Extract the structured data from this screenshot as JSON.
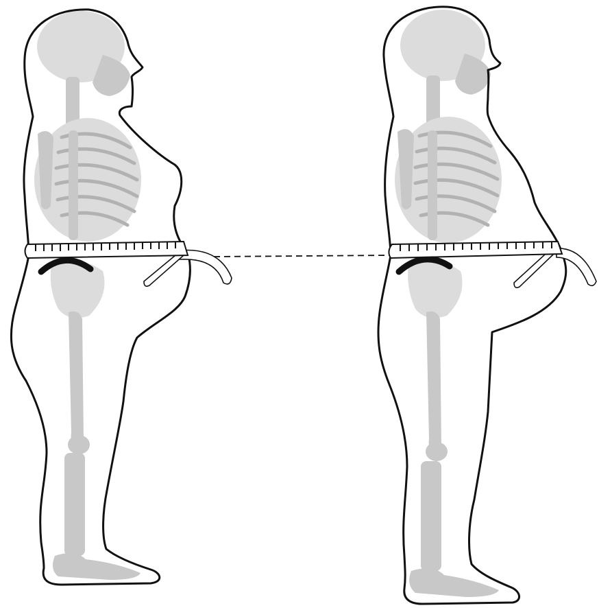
{
  "figure": {
    "type": "anatomical-comparison",
    "figures": [
      {
        "id": "left-figure",
        "skeleton_visible": true,
        "measuring_tape": true,
        "hip_marker": true
      },
      {
        "id": "right-figure",
        "skeleton_visible": true,
        "measuring_tape": true,
        "hip_marker": true
      }
    ],
    "connector": {
      "style": "dashed",
      "joins": [
        "left-figure",
        "right-figure"
      ]
    }
  },
  "colors": {
    "outline": "#111111",
    "bone": "#c8c8c8",
    "bone_light": "#dcdcdc",
    "bone_dark": "#b2b2b2",
    "background": "#ffffff"
  }
}
